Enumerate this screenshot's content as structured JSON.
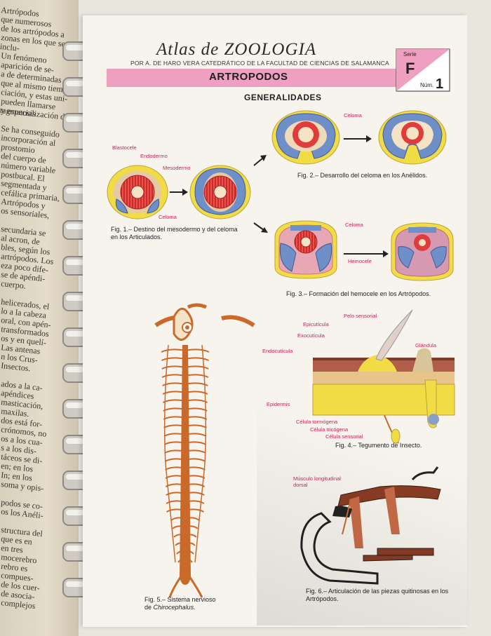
{
  "left_page": {
    "lines": [
      "Artrópodos",
      "que numerosos",
      "de los artrópodos a",
      "zonas en los que se inclu-",
      "",
      "Un fenómeno",
      "aparición de se-",
      "a de determinadas",
      "que al mismo tiem-",
      "ciación, y estas uni-",
      "pueden llamarse tagmatosis",
      "y especialización de los",
      "",
      "Se ha conseguido",
      "incorporación al",
      "prostomio",
      "del cuerpo de",
      "número variable",
      "postbucal. El",
      "segmentada y",
      "cefálica primaria,",
      "Artrópodos y",
      "os sensoriales,",
      "",
      "secundaria se",
      "al acron, de",
      "bles, según los",
      "artrópodos. Los",
      "eza poco dife-",
      "se de apéndi-",
      "cuerpo.",
      "",
      "helicerados, el",
      "lo a la cabeza",
      "oral, con apén-",
      "transformados",
      "os y en quelí-",
      "Las antenas",
      "n los Crus-",
      "Insectos.",
      "",
      "ados a la ca-",
      "apéndices",
      "masticación,",
      "maxilas.",
      "dos está for-",
      "crónomos, no",
      "os a los cua-",
      "s a los dis-",
      "táceos se di-",
      "en; en los",
      "In; en los",
      "soma y opis-",
      "",
      "podos se co-",
      "os los Anéli-",
      "",
      "structura del",
      "que es en",
      "en tres",
      "mocerebro",
      "rebro es",
      "compues-",
      "de los cuer-",
      "de asocia-",
      "complejos"
    ]
  },
  "header": {
    "title": "Atlas de ZOOLOGIA",
    "subtitle": "POR A. DE HARO VERA CATEDRÁTICO DE LA FACULTAD DE CIENCIAS DE SALAMANCA",
    "section": "ARTROPODOS",
    "serie_label": "Serie",
    "serie_letter": "F",
    "num_label": "Núm.",
    "num_value": "1"
  },
  "generalidades": "GENERALIDADES",
  "fig1": {
    "caption": "Fig. 1.– Destino del mesodermo y del celoma en los Articulados.",
    "labels": {
      "blastocele": "Blastocele",
      "endodermo": "Endodermo",
      "mesodermo": "Mesodermo",
      "celoma": "Celoma"
    }
  },
  "fig2": {
    "caption": "Fig. 2.– Desarrollo del celoma en los Anélidos.",
    "labels": {
      "celoma": "Celoma"
    }
  },
  "fig3": {
    "caption": "Fig. 3.– Formación del hemocele en los Artrópodos.",
    "labels": {
      "celoma": "Celoma",
      "hemocele": "Hemocele"
    }
  },
  "fig4": {
    "caption": "Fig. 4.– Tegumento de Insecto.",
    "labels": {
      "pelo": "Pelo sensorial",
      "epicuticula": "Epicutícula",
      "exocuticula": "Exocutícula",
      "endocuticula": "Endocutícula",
      "glandula": "Glándula",
      "epidermis": "Epidermis",
      "tormogena": "Célula tormógena",
      "tricogena": "Célula tricógena",
      "sensorial": "Célula sensorial"
    }
  },
  "fig5": {
    "caption_line1": "Fig. 5.– Sistema nervioso",
    "caption_line2_prefix": "de",
    "caption_line2_italic": "Chirocephalus."
  },
  "fig6": {
    "caption": "Fig. 6.– Articulación de las piezas quitinosas en los Artrópodos.",
    "labels": {
      "musculo_l1": "Músculo longitudinal",
      "musculo_l2": "dorsal"
    }
  },
  "colors": {
    "pink_band": "#ef9fc0",
    "label_red": "#c8245a",
    "celoma_red": "#e03c3c",
    "mesoderm_blue": "#6f8fc8",
    "yellow": "#f3de4a",
    "nerve_orange": "#c9692a"
  }
}
